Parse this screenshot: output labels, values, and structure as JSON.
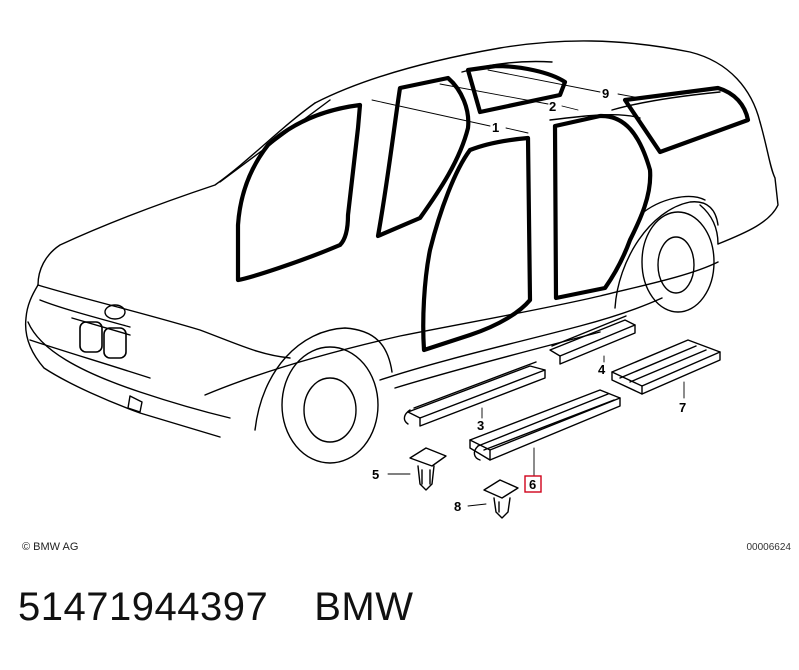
{
  "diagram": {
    "callouts": {
      "c1": "1",
      "c2": "2",
      "c3": "3",
      "c4": "4",
      "c5": "5",
      "c6": "6",
      "c7": "7",
      "c8": "8",
      "c9": "9"
    },
    "highlight_color": "#d0021b",
    "copyright": "© BMW AG",
    "image_number": "00006624"
  },
  "footer": {
    "part_number": "51471944397",
    "brand": "BMW"
  }
}
